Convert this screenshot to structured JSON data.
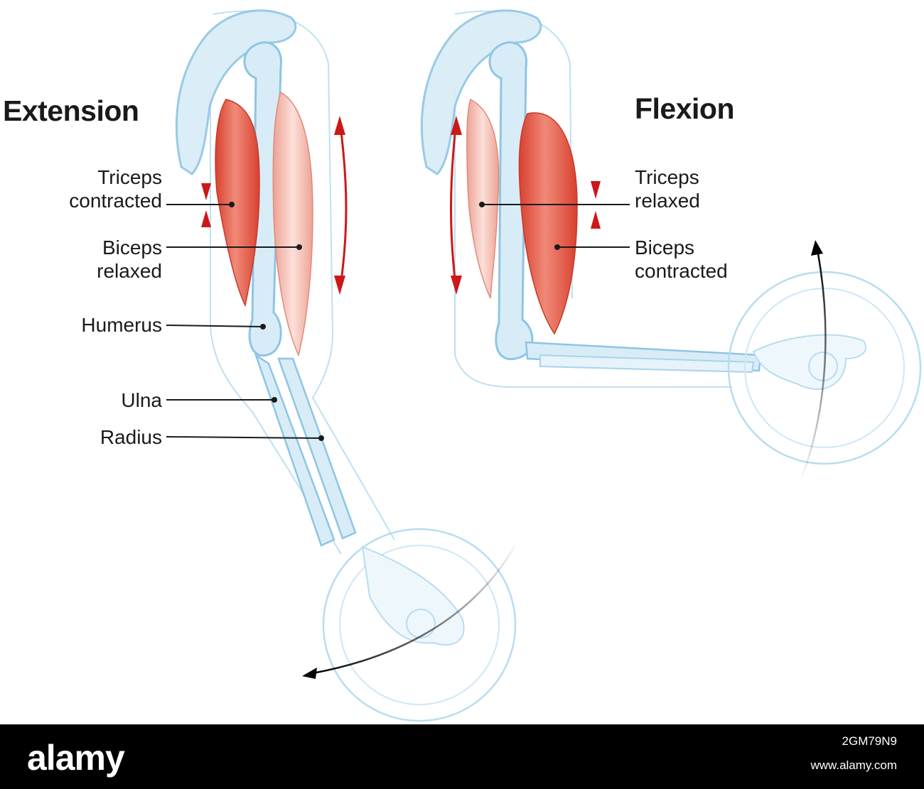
{
  "extension": {
    "title": "Extension",
    "labels": {
      "triceps_line1": "Triceps",
      "triceps_line2": "contracted",
      "biceps_line1": "Biceps",
      "biceps_line2": "relaxed",
      "humerus": "Humerus",
      "ulna": "Ulna",
      "radius": "Radius"
    }
  },
  "flexion": {
    "title": "Flexion",
    "labels": {
      "triceps_line1": "Triceps",
      "triceps_line2": "relaxed",
      "biceps_line1": "Biceps",
      "biceps_line2": "contracted"
    }
  },
  "colors": {
    "bone_fill": "#d8ecf7",
    "bone_stroke": "#8ec5e3",
    "muscle_contracted": "#e85a48",
    "muscle_relaxed": "#f2b3a8",
    "arrow_red": "#cc1818",
    "leader_line": "#1a1a1a"
  },
  "footer": {
    "logo": "alamy",
    "image_id": "2GM79N9",
    "url": "www.alamy.com"
  }
}
